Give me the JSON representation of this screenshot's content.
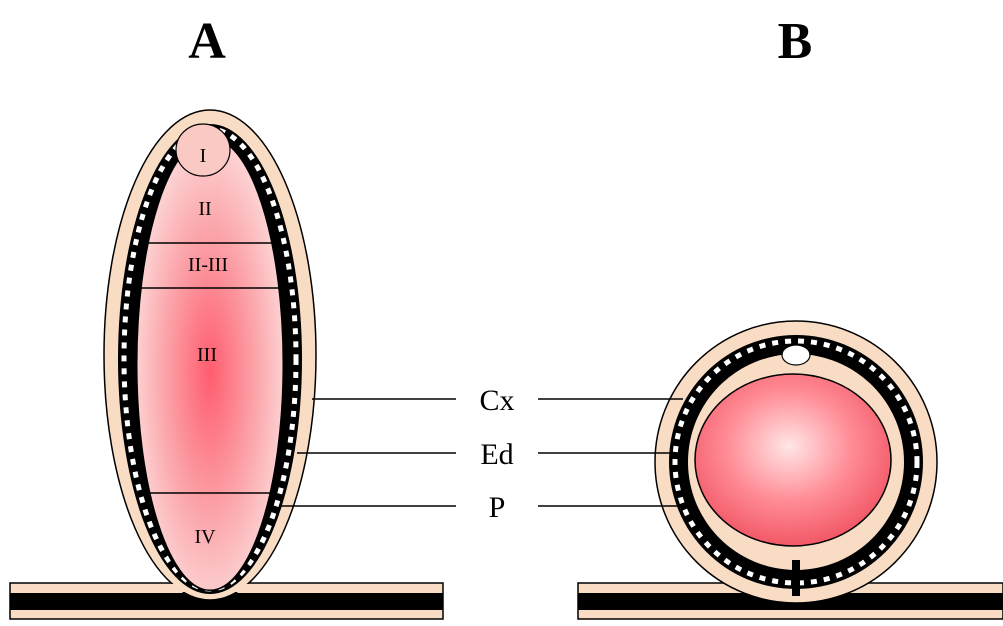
{
  "panels": {
    "a": {
      "title": "A"
    },
    "b": {
      "title": "B"
    }
  },
  "zones": {
    "z1": "I",
    "z2": "II",
    "z23": "II-III",
    "z3": "III",
    "z4": "IV"
  },
  "callouts": {
    "cortex": "Cx",
    "endodermis": "Ed",
    "pericycle": "P"
  },
  "colors": {
    "cortex": "#f9dcc4",
    "tissue_center": "#ff5c6e",
    "tissue_edge": "#fde2e2",
    "endodermis": "#000000"
  }
}
